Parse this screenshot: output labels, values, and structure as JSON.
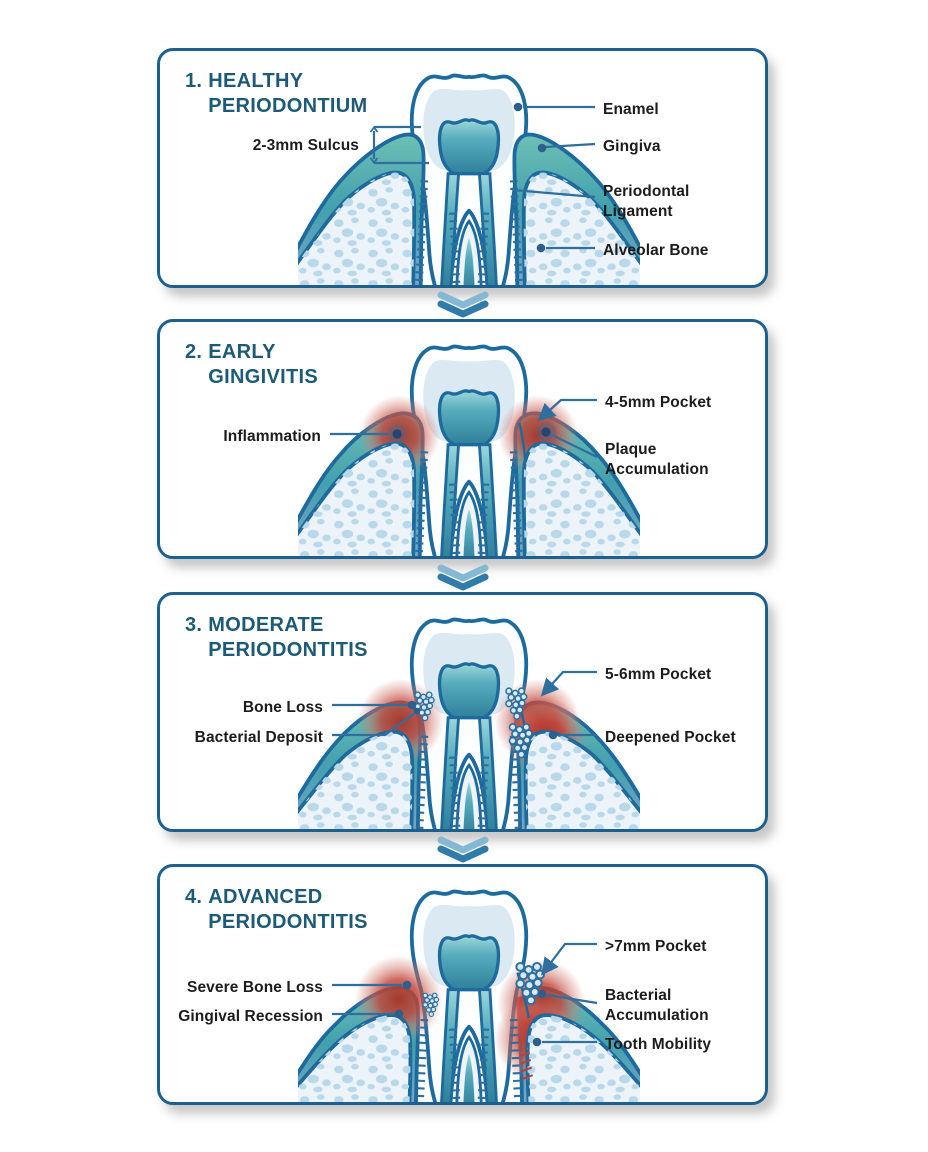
{
  "colors": {
    "panel_border": "#1d6090",
    "title_text": "#1d5a78",
    "label_text": "#1c1c1c",
    "leader_line": "#2e6f9e",
    "gum_teal": "#43a0ad",
    "inflammation_red": "#c0453a",
    "bone_fill": "#ecf4fa",
    "outline_blue": "#1c6a9e"
  },
  "icons": {
    "divider": "chevron-double-down"
  },
  "panels": [
    {
      "number": "1.",
      "title_lines": [
        "HEALTHY",
        "PERIODONTIUM"
      ],
      "labels": {
        "sulcus": "2-3mm Sulcus",
        "enamel": "Enamel",
        "gingiva": "Gingiva",
        "ligament": "Periodontal Ligament",
        "bone": "Alveolar Bone"
      }
    },
    {
      "number": "2.",
      "title_lines": [
        "EARLY",
        "GINGIVITIS"
      ],
      "labels": {
        "inflammation": "Inflammation",
        "pocket": "4-5mm Pocket",
        "plaque": "Plaque Accumulation"
      }
    },
    {
      "number": "3.",
      "title_lines": [
        "MODERATE",
        "PERIODONTITIS"
      ],
      "labels": {
        "bone_loss": "Bone Loss",
        "bacterial_deposit": "Bacterial Deposit",
        "pocket": "5-6mm Pocket",
        "deepened_pocket": "Deepened Pocket"
      }
    },
    {
      "number": "4.",
      "title_lines": [
        "ADVANCED",
        "PERIODONTITIS"
      ],
      "labels": {
        "severe_bone_loss": "Severe Bone Loss",
        "gingival_recession": "Gingival Recession",
        "pocket": ">7mm Pocket",
        "bacterial_accumulation": "Bacterial Accumulation",
        "tooth_mobility": "Tooth Mobility"
      }
    }
  ]
}
